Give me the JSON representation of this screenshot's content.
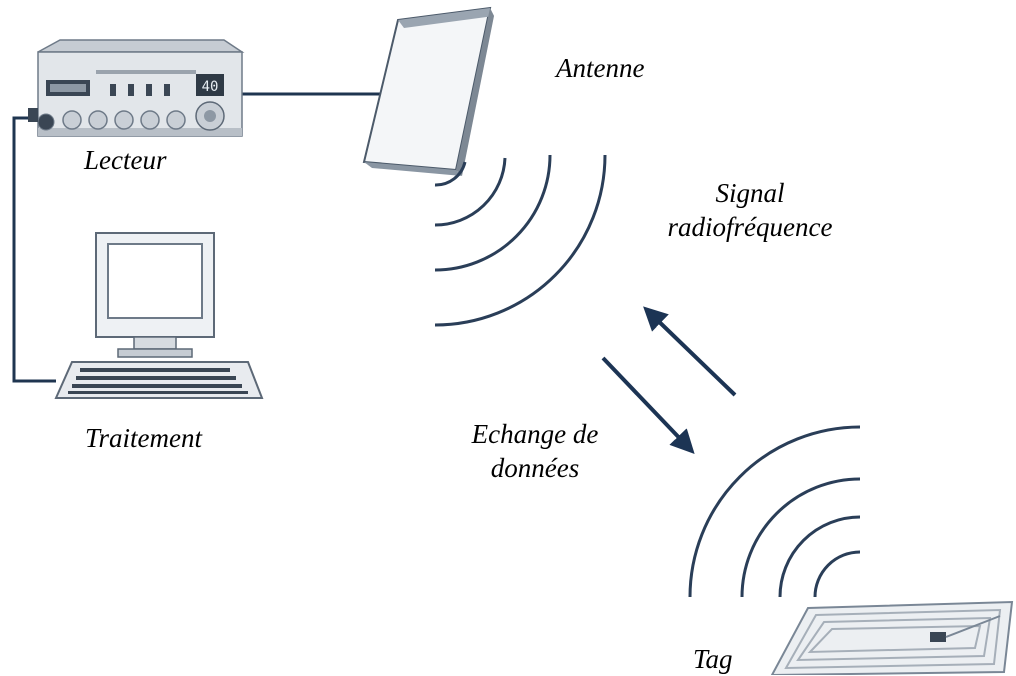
{
  "labels": {
    "antenna": "Antenne",
    "reader": "Lecteur",
    "processing": "Traitement",
    "signal_line1": "Signal",
    "signal_line2": "radiofréquence",
    "exchange_line1": "Echange de",
    "exchange_line2": "données",
    "tag": "Tag"
  },
  "reader_display": "40",
  "colors": {
    "wire": "#1f3550",
    "arrow": "#1c3454",
    "wave": "#2a3e58",
    "device": "#7a8796"
  }
}
